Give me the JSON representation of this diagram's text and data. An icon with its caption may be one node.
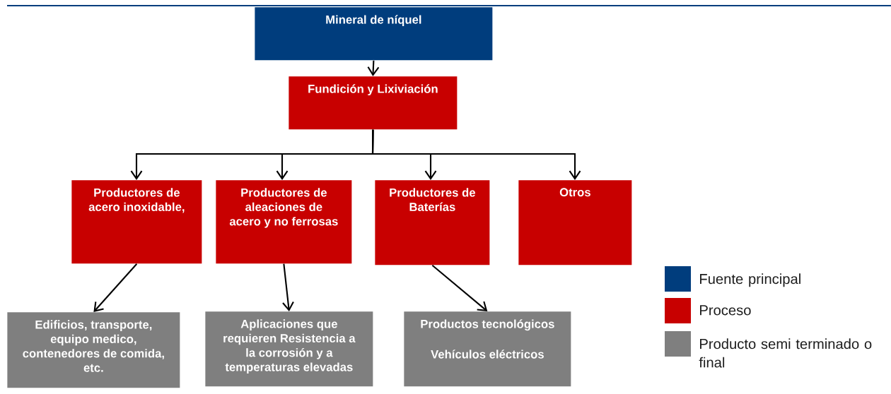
{
  "diagram": {
    "nodes": [
      {
        "text": [
          "Mineral de níquel"
        ]
      },
      {
        "text": [
          "Fundición y Lixiviación"
        ]
      },
      {
        "text": [
          "Productores de acero inoxidable,"
        ]
      },
      {
        "text": [
          "Productores de aleaciones de acero y no ferrosas"
        ]
      },
      {
        "text": [
          "Productores de Baterías"
        ]
      },
      {
        "text": [
          "Otros"
        ]
      },
      {
        "text": [
          "Edificios, transporte, equipo medico, contenedores de comida, etc."
        ]
      },
      {
        "text": [
          "Aplicaciones que requieren Resistencia a la corrosión y a temperaturas elevadas"
        ]
      },
      {
        "text": [
          "Productos tecnológicos",
          "Vehículos eléctricos"
        ]
      }
    ],
    "edges": [
      {
        "from": 0,
        "to": 1,
        "arrow": "to"
      },
      {
        "from": 1,
        "to": 2,
        "arrow": "to"
      },
      {
        "from": 1,
        "to": 3,
        "arrow": "to"
      },
      {
        "from": 1,
        "to": 4,
        "arrow": "to"
      },
      {
        "from": 1,
        "to": 5,
        "arrow": "to"
      },
      {
        "from": 2,
        "to": 6,
        "arrow": "to"
      },
      {
        "from": 3,
        "to": 7,
        "arrow": "to"
      },
      {
        "from": 4,
        "to": 8,
        "arrow": "to"
      }
    ],
    "legend": [
      {
        "text": "Fuente principal",
        "color": "#003d7d"
      },
      {
        "text": "Proceso",
        "color": "#c80000"
      },
      {
        "text": "Producto semi terminado o final",
        "color": "#7f7f7f"
      }
    ]
  }
}
